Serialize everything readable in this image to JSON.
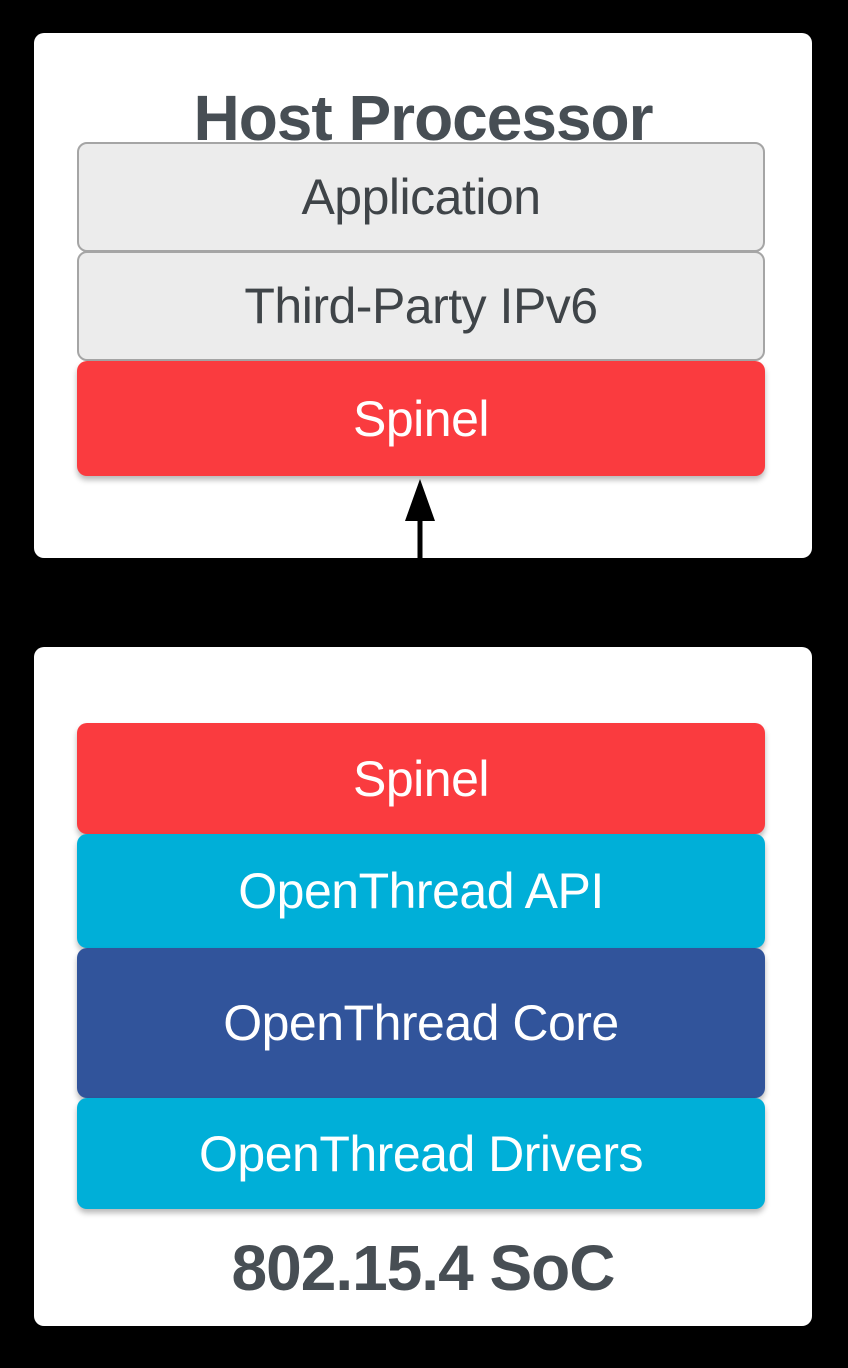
{
  "diagram": {
    "background_color": "#000000",
    "top_card": {
      "title": "Host Processor",
      "layers": [
        {
          "label": "Application",
          "color": "#ECECEC",
          "text_color": "#3F4448"
        },
        {
          "label": "Third-Party IPv6",
          "color": "#ECECEC",
          "text_color": "#3F4448"
        },
        {
          "label": "Spinel",
          "color": "#FA3B3F",
          "text_color": "#FFFFFF"
        }
      ]
    },
    "connector": {
      "type": "double-headed-vertical-arrow",
      "color": "#000000"
    },
    "bottom_card": {
      "title": "802.15.4 SoC",
      "layers": [
        {
          "label": "Spinel",
          "color": "#FA3B3F",
          "text_color": "#FFFFFF"
        },
        {
          "label": "OpenThread API",
          "color": "#00AFD8",
          "text_color": "#FFFFFF"
        },
        {
          "label": "OpenThread Core",
          "color": "#31549B",
          "text_color": "#FFFFFF"
        },
        {
          "label": "OpenThread Drivers",
          "color": "#00AFD8",
          "text_color": "#FFFFFF"
        }
      ]
    },
    "colors": {
      "accent_red": "#FA3B3F",
      "accent_cyan": "#00AFD8",
      "accent_navy": "#31549B",
      "title_text": "#474E54",
      "gray_layer_fill": "#ECECEC",
      "gray_layer_border": "#A5A5A5",
      "card_background": "#FFFFFF",
      "page_background": "#000000"
    }
  }
}
